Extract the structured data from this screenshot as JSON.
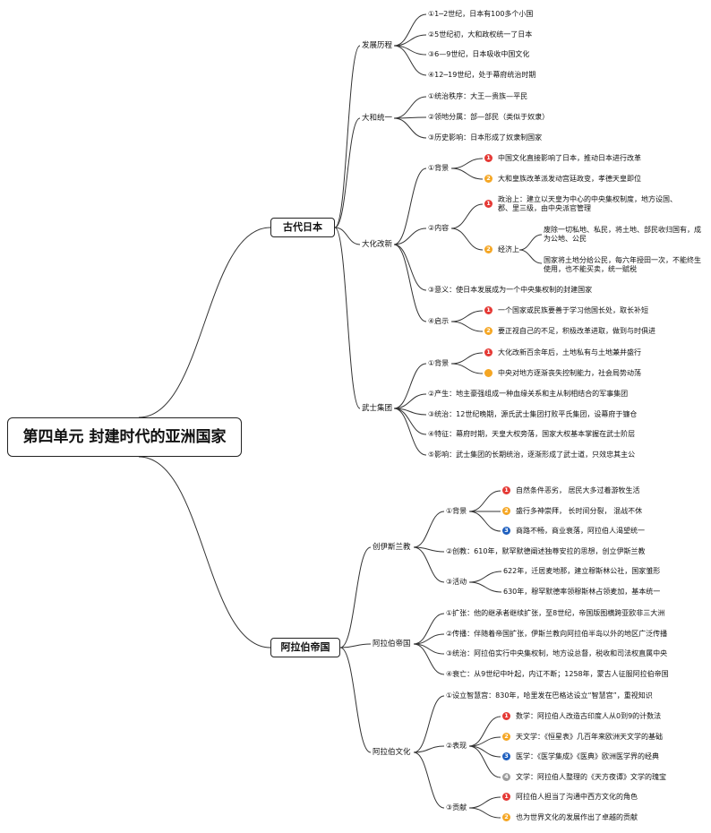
{
  "root": "第四单元  封建时代的亚洲国家",
  "colors": {
    "badge1": "#e53935",
    "badge2": "#f5a623",
    "badge3": "#1e5fbf",
    "badge4": "#9e9e9e",
    "line": "#333333"
  },
  "japan": {
    "title": "古代日本",
    "dev": {
      "label": "发展历程",
      "items": [
        "①1─2世纪，日本有100多个小国",
        "②5世纪初，大和政权统一了日本",
        "③6—9世纪，日本吸收中国文化",
        "④12─19世纪，处于幕府统治时期"
      ]
    },
    "yamato": {
      "label": "大和统一",
      "items": [
        "①统治秩序：大王—贵族—平民",
        "②领地分属：部—部民（类似于奴隶）",
        "③历史影响：日本形成了奴隶制国家"
      ]
    },
    "taika": {
      "label": "大化改新",
      "bg": {
        "label": "①背景",
        "badges": [
          "1",
          "2"
        ],
        "items": [
          "中国文化直接影响了日本，推动日本进行改革",
          "大和皇族改革派发动宫廷政变，孝德天皇即位"
        ]
      },
      "content": {
        "label": "②内容",
        "badges": [
          "1",
          "2"
        ],
        "politics": "政治上：建立以天皇为中心的中央集权制度，地方设国、郡、里三级，由中央派官管理",
        "econ_label": "经济上",
        "econ": [
          "废除一切私地、私民，将土地、部民收归国有，成为公地、公民",
          "国家将土地分给公民，每六年授田一次，不能终生使用，也不能买卖，统一赋税"
        ]
      },
      "meaning": "③意义：使日本发展成为一个中央集权制的封建国家",
      "lesson": {
        "label": "④启示",
        "badges": [
          "1",
          "2"
        ],
        "items": [
          "一个国家或民族要善于学习他国长处，取长补短",
          "要正视自己的不足，积极改革进取，做到与时俱进"
        ]
      }
    },
    "samurai": {
      "label": "武士集团",
      "bg": {
        "label": "①背景",
        "badges": [
          "1",
          ""
        ],
        "items": [
          "大化改新百余年后，土地私有与土地兼并盛行",
          "中央对地方逐渐丧失控制能力，社会局势动荡"
        ]
      },
      "items": [
        "②产生：地主豪强组成一种血缘关系和主从制相结合的军事集团",
        "③统治：12世纪晚期，源氏武士集团打败平氏集团，设幕府于镰仓",
        "④特征：幕府时期，天皇大权旁落，国家大权基本掌握在武士阶层",
        "⑤影响：武士集团的长期统治，逐渐形成了武士道，只效忠其主公"
      ]
    }
  },
  "arab": {
    "title": "阿拉伯帝国",
    "islam": {
      "label": "创伊斯兰教",
      "bg": {
        "label": "①背景",
        "badges": [
          "1",
          "2",
          "3"
        ],
        "items": [
          "自然条件恶劣，  居民大多过着游牧生活",
          "盛行多神崇拜，  长时间分裂，  混战不休",
          "商路不畅，商业衰落，阿拉伯人渴望统一"
        ]
      },
      "create": "②创教：610年，默罕默德阐述独尊安拉的思想，创立伊斯兰教",
      "act": {
        "label": "③活动",
        "items": [
          "622年，迁居麦地那，建立穆斯林公社，国家雏形",
          "630年，穆罕默德率领穆斯林占领麦加，基本统一"
        ]
      }
    },
    "empire": {
      "label": "阿拉伯帝国",
      "items": [
        "①扩张：他的继承者继续扩张，至8世纪，帝国版图横跨亚欧非三大洲",
        "②传播：伴随着帝国扩张，伊斯兰教向阿拉伯半岛以外的地区广泛传播",
        "③统治：阿拉伯实行中央集权制，地方设总督，税收和司法权直属中央",
        "④衰亡：从9世纪中叶起，内讧不断；1258年，蒙古人征服阿拉伯帝国"
      ]
    },
    "culture": {
      "label": "阿拉伯文化",
      "house": "①设立智慧宫：830年，哈里发在巴格达设立“智慧宫”，重视知识",
      "show": {
        "label": "②表现",
        "badges": [
          "1",
          "2",
          "3",
          "4"
        ],
        "items": [
          "数学：阿拉伯人改造古印度人从0到9的计数法",
          "天文学：《恒星表》几百年来欧洲天文学的基础",
          "医学：《医学集成》《医典》欧洲医学界的经典",
          "文学：阿拉伯人整理的《天方夜谭》文学的瑰宝"
        ]
      },
      "contrib": {
        "label": "③贡献",
        "badges": [
          "1",
          "2"
        ],
        "items": [
          "阿拉伯人担当了沟通中西方文化的角色",
          "也为世界文化的发展作出了卓越的贡献"
        ]
      }
    }
  }
}
